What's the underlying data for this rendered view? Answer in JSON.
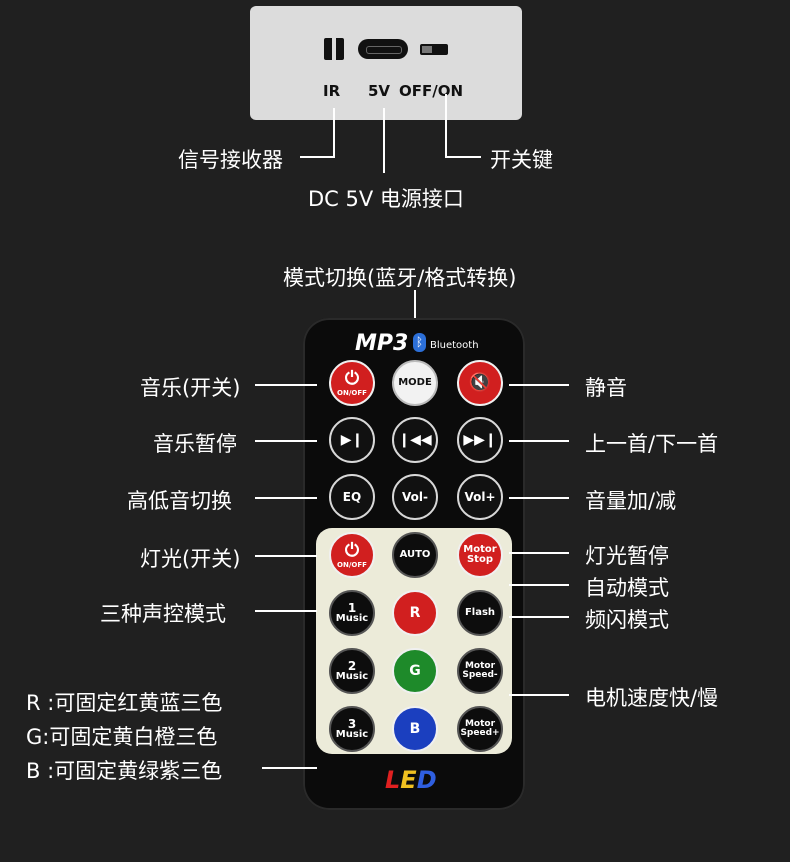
{
  "device": {
    "port_labels": {
      "ir": "IR",
      "dc": "5V",
      "switch": "OFF/ON"
    }
  },
  "callouts": {
    "ir_receiver": "信号接收器",
    "power_switch": "开关键",
    "dc_port": "DC 5V 电源接口",
    "mode_switch": "模式切换(蓝牙/格式转换)",
    "music_power": "音乐(开关)",
    "mute": "静音",
    "music_pause": "音乐暂停",
    "prev_next": "上一首/下一首",
    "eq": "高低音切换",
    "volume": "音量加/减",
    "light_power": "灯光(开关)",
    "light_pause": "灯光暂停",
    "auto_mode": "自动模式",
    "sound_modes": "三种声控模式",
    "flash_mode": "频闪模式",
    "motor_speed": "电机速度快/慢",
    "r_desc": "R :可固定红黄蓝三色",
    "g_desc": "G:可固定黄白橙三色",
    "b_desc": "B :可固定黄绿紫三色"
  },
  "remote": {
    "brand": "MP3",
    "bluetooth_text": "Bluetooth",
    "led_logo": "LED",
    "buttons": {
      "onoff_sub": "ON/OFF",
      "mode": "MODE",
      "eq": "EQ",
      "vol_minus": "Vol-",
      "vol_plus": "Vol+",
      "led_onoff_sub": "ON/OFF",
      "auto": "AUTO",
      "motor_stop_1": "Motor",
      "motor_stop_2": "Stop",
      "music1_num": "1",
      "music2_num": "2",
      "music3_num": "3",
      "music_label": "Music",
      "r": "R",
      "g": "G",
      "b": "B",
      "flash": "Flash",
      "motor": "Motor",
      "speed_minus": "Speed-",
      "speed_plus": "Speed+"
    }
  },
  "colors": {
    "red_button": "#d11f1f",
    "green_button": "#1e8a2a",
    "blue_button": "#1b3fbf",
    "led_panel": "#ecebd9"
  }
}
